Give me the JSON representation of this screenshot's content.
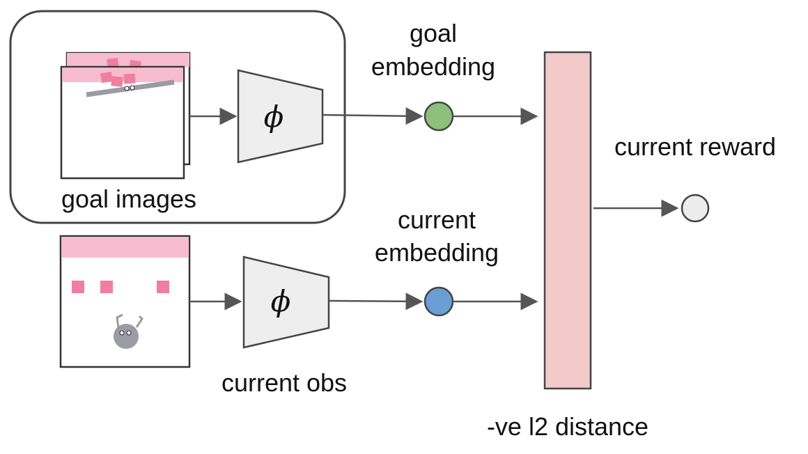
{
  "labels": {
    "goal_images": "goal images",
    "goal_embedding_line1": "goal",
    "goal_embedding_line2": "embedding",
    "current_embedding_line1": "current",
    "current_embedding_line2": "embedding",
    "current_obs": "current obs",
    "current_reward": "current reward",
    "distance": "-ve l2 distance",
    "encoder_symbol": "ϕ"
  },
  "colors": {
    "goal_embedding_node": "#8dc07a",
    "current_embedding_node": "#6a9fd6",
    "reward_node": "#ececec",
    "distance_bar": "#f3c9c9",
    "encoder_fill": "#eeeeee",
    "image_header": "#f8bcd0",
    "block": "#f07ea1",
    "robot": "#9b9ba3",
    "arrow": "#555555"
  },
  "icons": {
    "goal_frames": "goal-image-frames-icon",
    "current_frame": "current-observation-frame-icon",
    "robot": "robot-icon"
  }
}
